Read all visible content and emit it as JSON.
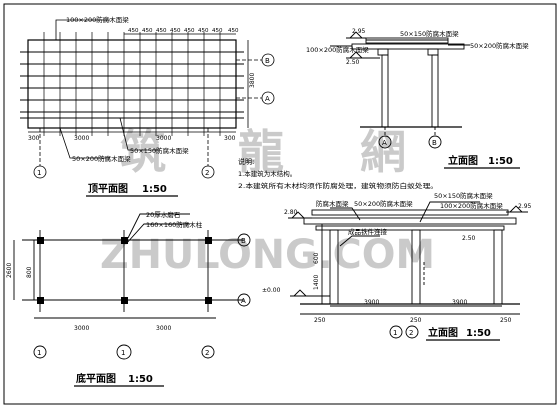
{
  "top_plan": {
    "title": "顶平面图",
    "scale": "1:50",
    "label_beam_top": "100×200防腐木面梁",
    "label_beam_bottom": "50×200防腐木面梁",
    "label_slat": "50×150防腐木面梁",
    "dims_top": [
      "450",
      "450",
      "450",
      "450",
      "450",
      "450",
      "450",
      "450"
    ],
    "dim_right_total": "3800",
    "dims_bottom": [
      "300",
      "3000",
      "3000",
      "300"
    ],
    "axis_a": "A",
    "axis_b": "B",
    "axis_1": "1",
    "axis_2": "2"
  },
  "notes": {
    "heading": "说明:",
    "line1": "1.本建筑为木结构。",
    "line2": "2.本建筑所有木材均须作防腐处理，建筑物须防白蚁处理。"
  },
  "base_plan": {
    "title": "底平面图",
    "scale": "1:50",
    "label_column": "20厚水磨石",
    "label_footing": "160×160防腐木柱",
    "dim_left": "2600",
    "dim_inner": "800",
    "dims_bottom": [
      "3000",
      "3000"
    ],
    "axis_a": "A",
    "axis_b": "B",
    "axis_1": "1",
    "axis_2": "2",
    "marker": "1"
  },
  "side_elev": {
    "title": "立面图",
    "scale": "1:50",
    "label_top": "50×150防腐木面梁",
    "label_left": "100×200防腐木面梁",
    "label_right": "50×200防腐木面梁",
    "elev_top": "2.95",
    "elev_mid": "2.50",
    "axis_a": "A",
    "axis_b": "B"
  },
  "front_elev": {
    "title": "立面图",
    "scale": "1:50",
    "label_slat": "50×150防腐木面梁",
    "label_beam1": "防腐木面梁",
    "label_beam2": "50×200防腐木面梁",
    "label_beam3": "100×200防腐木面梁",
    "label_post": "成品铁件连接",
    "elev_top": "2.80",
    "elev_right": "2.95",
    "elev_mid": "2.50",
    "elev_base": "±0.00",
    "dims_bottom": [
      "3900",
      "3900"
    ],
    "dim_ends": [
      "250",
      "250",
      "250"
    ],
    "dims_vert": [
      "600",
      "1400"
    ],
    "axis_1": "1",
    "axis_2": "2"
  },
  "watermark": {
    "chars": [
      "筑",
      "龍",
      "網"
    ],
    "url": "ZHULONG.COM"
  }
}
